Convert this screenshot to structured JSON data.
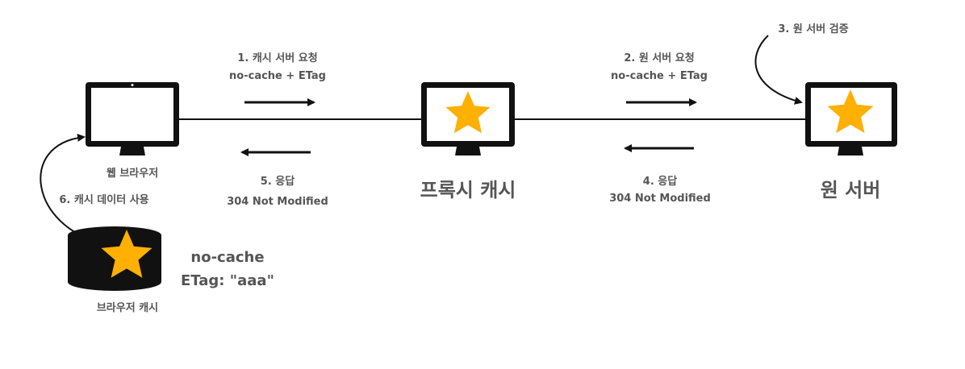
{
  "colors": {
    "star": "#FFB000",
    "device": "#111111",
    "text": "#555555"
  },
  "icons": {
    "browser": "monitor-icon",
    "proxy": "monitor-star-icon",
    "origin": "monitor-star-icon",
    "browser_cache": "database-star-icon"
  },
  "nodes": {
    "browser_label": "웹 브라우저",
    "proxy_label": "프록시 캐시",
    "origin_label": "원 서버",
    "browser_cache_label": "브라우저 캐시"
  },
  "steps": {
    "s1_title": "1. 캐시 서버 요청",
    "s1_sub": "no-cache + ETag",
    "s2_title": "2. 원 서버 요청",
    "s2_sub": "no-cache + ETag",
    "s3_title": "3. 원 서버 검증",
    "s4_title": "4. 응답",
    "s4_sub": "304 Not Modified",
    "s5_title": "5. 응답",
    "s5_sub": "304 Not Modified",
    "s6_title": "6. 캐시 데이터 사용"
  },
  "cache_meta": {
    "line1": "no-cache",
    "line2": "ETag: \"aaa\""
  }
}
